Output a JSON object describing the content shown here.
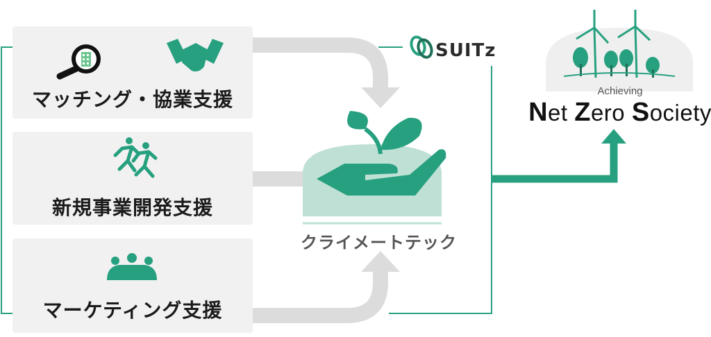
{
  "boxes": [
    {
      "label": "マッチング・協業支援",
      "icons": [
        "search-building-icon",
        "handshake-icon"
      ]
    },
    {
      "label": "新規事業開発支援",
      "icons": [
        "running-people-icon"
      ]
    },
    {
      "label": "マーケティング支援",
      "icons": [
        "team-icon"
      ]
    }
  ],
  "center": {
    "label": "クライメートテック",
    "icon": "plant-in-hand-icon"
  },
  "brand": {
    "name": "SUITz",
    "icon": "suitz-logo-icon"
  },
  "goal": {
    "achieving": "Achieving",
    "words": [
      {
        "initial": "N",
        "rest": "et"
      },
      {
        "initial": "Z",
        "rest": "ero"
      },
      {
        "initial": "S",
        "rest": "ociety"
      }
    ],
    "icon": "wind-turbines-trees-icon"
  },
  "colors": {
    "accent": "#26a07f",
    "accent_light": "#bfe0d4",
    "box_bg": "#f1f1f1",
    "arrow_grey": "#dcdcdc",
    "text_dark": "#1a1a1a"
  }
}
